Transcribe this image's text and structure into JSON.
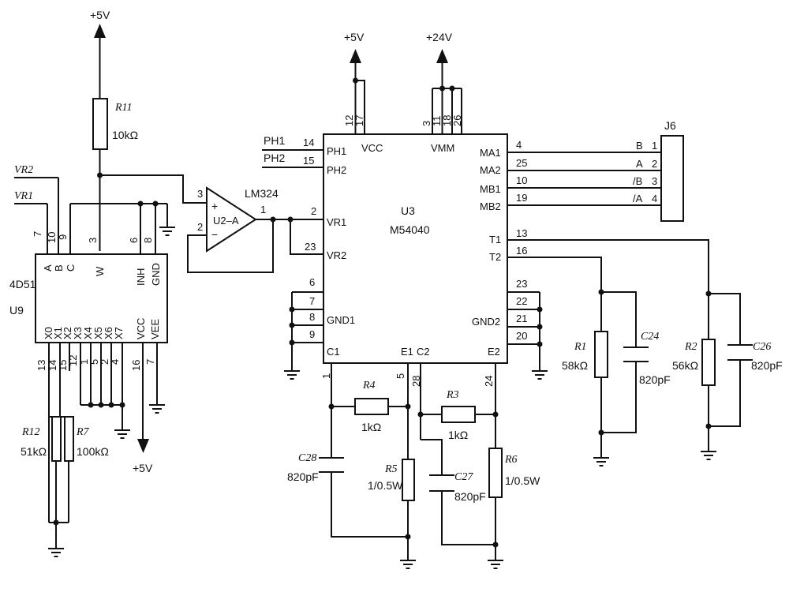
{
  "labels": {
    "p5v_r11": "+5V",
    "p5v_u3": "+5V",
    "p24v": "+24V",
    "p5v_bottom": "+5V",
    "vr2_in": "VR2",
    "vr1_in": "VR1",
    "ph1_in": "PH1",
    "ph2_in": "PH2",
    "lm324": "LM324",
    "u2a": "U2–A"
  },
  "u9": {
    "name": "4D51",
    "ref": "U9",
    "top_pins": [
      "A",
      "B",
      "C",
      "W",
      "INH",
      "GND"
    ],
    "top_nums": [
      "7",
      "10",
      "9",
      "3",
      "6",
      "8"
    ],
    "bottom_pins": [
      "X0",
      "X1",
      "X2",
      "X3",
      "X4",
      "X5",
      "X6",
      "X7",
      "VCC",
      "VEE"
    ],
    "bottom_nums": [
      "13",
      "14",
      "15",
      "12",
      "1",
      "5",
      "2",
      "4",
      "16",
      "7"
    ]
  },
  "u3": {
    "ref": "U3",
    "name": "M54040",
    "left_pins": [
      "PH1",
      "PH2",
      "VR1",
      "VR2",
      "GND1"
    ],
    "left_nums": [
      "14",
      "15",
      "2",
      "23",
      "6",
      "7",
      "8",
      "9"
    ],
    "top_labels": [
      "VCC",
      "VMM"
    ],
    "top_nums": [
      "12",
      "17",
      "3",
      "11",
      "18",
      "26"
    ],
    "right_pins": [
      "MA1",
      "MA2",
      "MB1",
      "MB2",
      "T1",
      "T2",
      "GND2"
    ],
    "right_nums": [
      "4",
      "25",
      "10",
      "19",
      "13",
      "16",
      "23",
      "22",
      "21",
      "20"
    ],
    "bottom_pins": [
      "C1",
      "E1",
      "C2",
      "E2"
    ],
    "bottom_nums": [
      "1",
      "5",
      "28",
      "24"
    ]
  },
  "opamp": {
    "plus": "+",
    "minus": "−",
    "pin3": "3",
    "pin2": "2",
    "pin1": "1"
  },
  "j6": {
    "ref": "J6",
    "signals": [
      "B",
      "A",
      "/B",
      "/A"
    ],
    "pins": [
      "1",
      "2",
      "3",
      "4"
    ]
  },
  "components": {
    "r11": {
      "ref": "R11",
      "value": "10kΩ"
    },
    "r12": {
      "ref": "R12",
      "value": "51kΩ"
    },
    "r7": {
      "ref": "R7",
      "value": "100kΩ"
    },
    "r4": {
      "ref": "R4",
      "value": "1kΩ"
    },
    "r3": {
      "ref": "R3",
      "value": "1kΩ"
    },
    "r5": {
      "ref": "R5",
      "value": "1/0.5W"
    },
    "r6": {
      "ref": "R6",
      "value": "1/0.5W"
    },
    "c28": {
      "ref": "C28",
      "value": "820pF"
    },
    "c27": {
      "ref": "C27",
      "value": "820pF"
    },
    "r1": {
      "ref": "R1",
      "value": "58kΩ"
    },
    "c24": {
      "ref": "C24",
      "value": "820pF"
    },
    "r2": {
      "ref": "R2",
      "value": "56kΩ"
    },
    "c26": {
      "ref": "C26",
      "value": "820pF"
    }
  }
}
